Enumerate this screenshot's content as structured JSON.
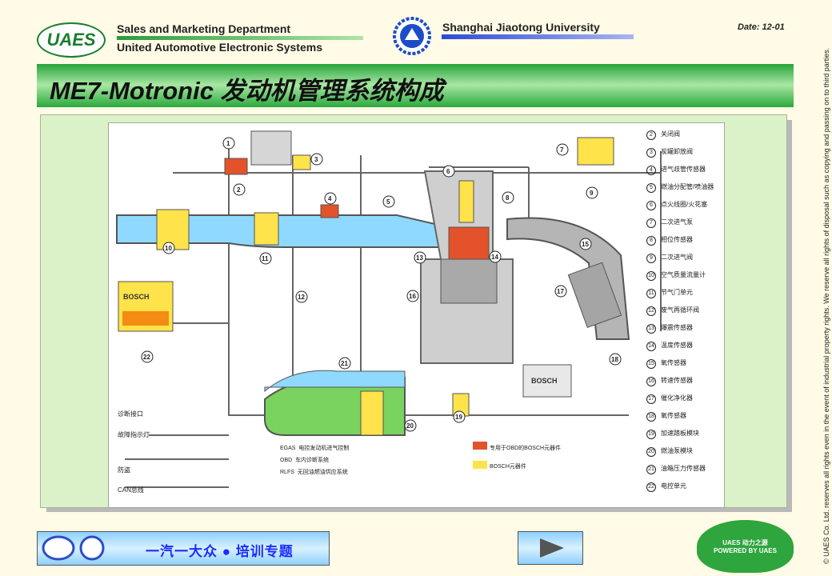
{
  "header": {
    "logo_text": "UAES",
    "department": "Sales and Marketing Department",
    "company": "United Automotive Electronic Systems",
    "university": "Shanghai Jiaotong University",
    "date": "Date: 12-01"
  },
  "title": "ME7-Motronic 发动机管理系统构成",
  "copyright": "© UAES Co. Ltd. reserves all rights even in the event of industrial property rights. We reserve all rights of disposal such as copying and passing on to third parties.",
  "legend": [
    {
      "num": "2",
      "label": "关闭阀"
    },
    {
      "num": "3",
      "label": "炭罐卸放阀"
    },
    {
      "num": "4",
      "label": "进气歧管传感器"
    },
    {
      "num": "5",
      "label": "燃油分配管/喷油器"
    },
    {
      "num": "6",
      "label": "点火线圈/火花塞"
    },
    {
      "num": "7",
      "label": "二次进气泵"
    },
    {
      "num": "8",
      "label": "相位传感器"
    },
    {
      "num": "9",
      "label": "二次进气阀"
    },
    {
      "num": "10",
      "label": "空气质量流量计"
    },
    {
      "num": "11",
      "label": "节气门单元"
    },
    {
      "num": "12",
      "label": "废气再循环阀"
    },
    {
      "num": "13",
      "label": "爆震传感器"
    },
    {
      "num": "14",
      "label": "温度传感器"
    },
    {
      "num": "15",
      "label": "氧传感器"
    },
    {
      "num": "16",
      "label": "转速传感器"
    },
    {
      "num": "17",
      "label": "催化净化器"
    },
    {
      "num": "18",
      "label": "氧传感器"
    },
    {
      "num": "19",
      "label": "加速踏板模块"
    },
    {
      "num": "20",
      "label": "燃油泵模块"
    },
    {
      "num": "21",
      "label": "油箱压力传感器"
    },
    {
      "num": "22",
      "label": "电控单元"
    }
  ],
  "left_labels": {
    "diag": "诊断接口",
    "fault": "故障指示灯",
    "immobilizer": "防盗",
    "can": "CAN总线"
  },
  "notes": {
    "egas_key": "EGAS",
    "egas": "电控发动机进气控制",
    "obd_key": "OBD",
    "obd": "车内诊断系统",
    "rlfs_key": "RLFS",
    "rlfs": "无回油燃油供应系统",
    "obd_part": "专用于OBD的BOSCH元器件",
    "bosch_part": "BOSCH元器件",
    "bosch_brand": "BOSCH"
  },
  "diagram_numbers": {
    "n1": "1",
    "n2": "2",
    "n3": "3",
    "n4": "4",
    "n5": "5",
    "n6": "6",
    "n7": "7",
    "n8": "8",
    "n9": "9",
    "n10": "10",
    "n11": "11",
    "n12": "12",
    "n13": "13",
    "n14": "14",
    "n15": "15",
    "n16": "16",
    "n17": "17",
    "n18": "18",
    "n19": "19",
    "n20": "20",
    "n21": "21",
    "n22": "22"
  },
  "footer": {
    "text": "一汽一大众 ● 培训专题",
    "logo_line1": "UAES 动力之源",
    "logo_line2": "POWERED BY UAES"
  },
  "colors": {
    "green_accent": "#27a43a",
    "blue_accent": "#2c4bd7",
    "bosch_yellow": "#ffe34a",
    "obd_orange": "#e3522a"
  }
}
